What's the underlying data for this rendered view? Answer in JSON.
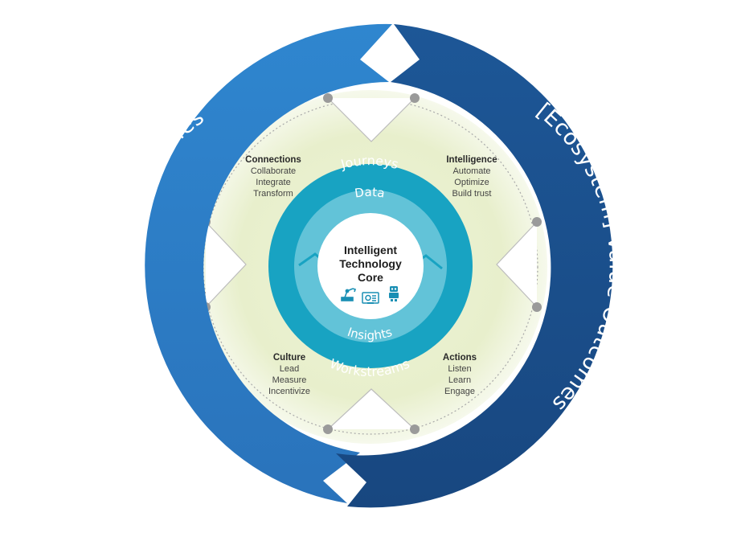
{
  "outer_arcs": {
    "left": "Organizational Value Outcomes",
    "right": "[Ecosystem] Value Outcomes"
  },
  "quadrants": {
    "connections": {
      "title": "Connections",
      "items": [
        "Collaborate",
        "Integrate",
        "Transform"
      ]
    },
    "intelligence": {
      "title": "Intelligence",
      "items": [
        "Automate",
        "Optimize",
        "Build trust"
      ]
    },
    "culture": {
      "title": "Culture",
      "items": [
        "Lead",
        "Measure",
        "Incentivize"
      ]
    },
    "actions": {
      "title": "Actions",
      "items": [
        "Listen",
        "Learn",
        "Engage"
      ]
    }
  },
  "rings": {
    "journeys": "Journeys",
    "workstreams": "Workstreams",
    "data": "Data",
    "insights": "Insights"
  },
  "core": {
    "line1": "Intelligent",
    "line2": "Technology",
    "line3": "Core",
    "icons": [
      "robotic-arm-icon",
      "analytics-screen-icon",
      "robot-icon"
    ]
  },
  "colors": {
    "arc_left": "#2b7bc4",
    "arc_right": "#1c4f8e",
    "inner_glow": "#e4eec5",
    "ring_outer": "#17a0c0",
    "ring_middle": "#62c4d9",
    "core": "#ffffff"
  }
}
